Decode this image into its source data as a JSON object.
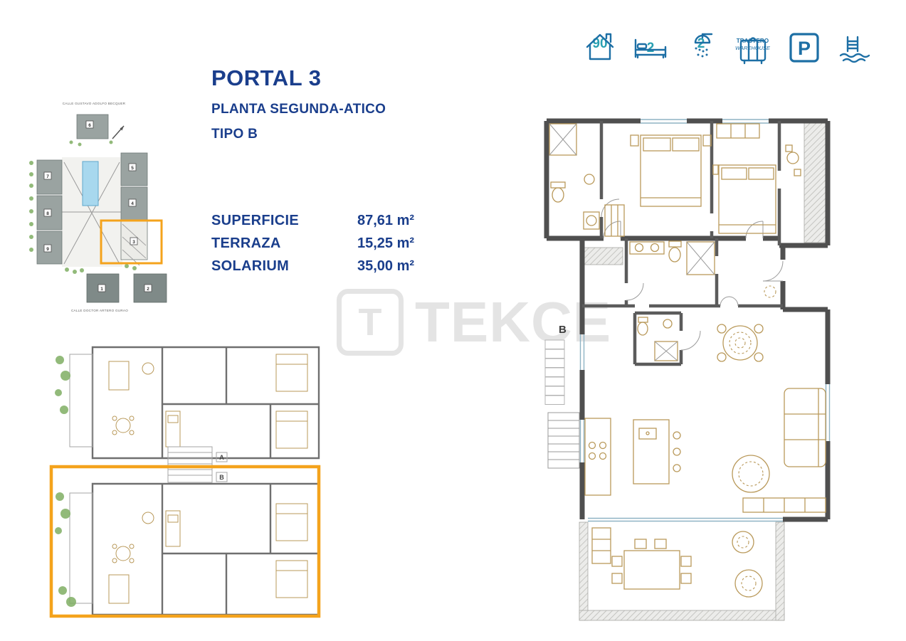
{
  "header": {
    "portal": "PORTAL 3",
    "planta": "PLANTA SEGUNDA-ATICO",
    "tipo": "TIPO B"
  },
  "specs": {
    "rows": [
      {
        "label": "SUPERFICIE",
        "value": "87,61 m²"
      },
      {
        "label": "TERRAZA",
        "value": "15,25 m²"
      },
      {
        "label": "SOLARIUM",
        "value": "35,00 m²"
      }
    ]
  },
  "features": {
    "area_value": "90",
    "bedrooms_value": "2",
    "bathrooms_value": "2",
    "storage_label": "TRASTERO",
    "storage_sublabel": "WAREHOUSE",
    "parking_letter": "P",
    "icons": [
      "house-icon",
      "bed-icon",
      "shower-icon",
      "storage-icon",
      "parking-icon",
      "pool-icon"
    ]
  },
  "site_plan": {
    "street_top": "CALLE GUSTAVO ADOLFO BECQUER",
    "street_bottom": "CALLE DOCTOR ARTERO GURAO",
    "numbers": [
      "6",
      "7",
      "8",
      "9",
      "5",
      "4",
      "3",
      "1",
      "2"
    ]
  },
  "overview_plan": {
    "label_a": "A",
    "label_b": "B"
  },
  "main_plan": {
    "label": "B"
  },
  "watermark": {
    "logo_letter": "T",
    "text": "TEKCE"
  },
  "colors": {
    "navy_text": "#1a3e8c",
    "icon_blue": "#1d6fa5",
    "teal_number": "#2aa0b2",
    "highlight_orange": "#f4a31c",
    "wall_gray": "#4f4f4f",
    "furniture_tan": "#b9995a",
    "pool_blue": "#a8d8ee",
    "vegetation_green": "#7fae63"
  }
}
